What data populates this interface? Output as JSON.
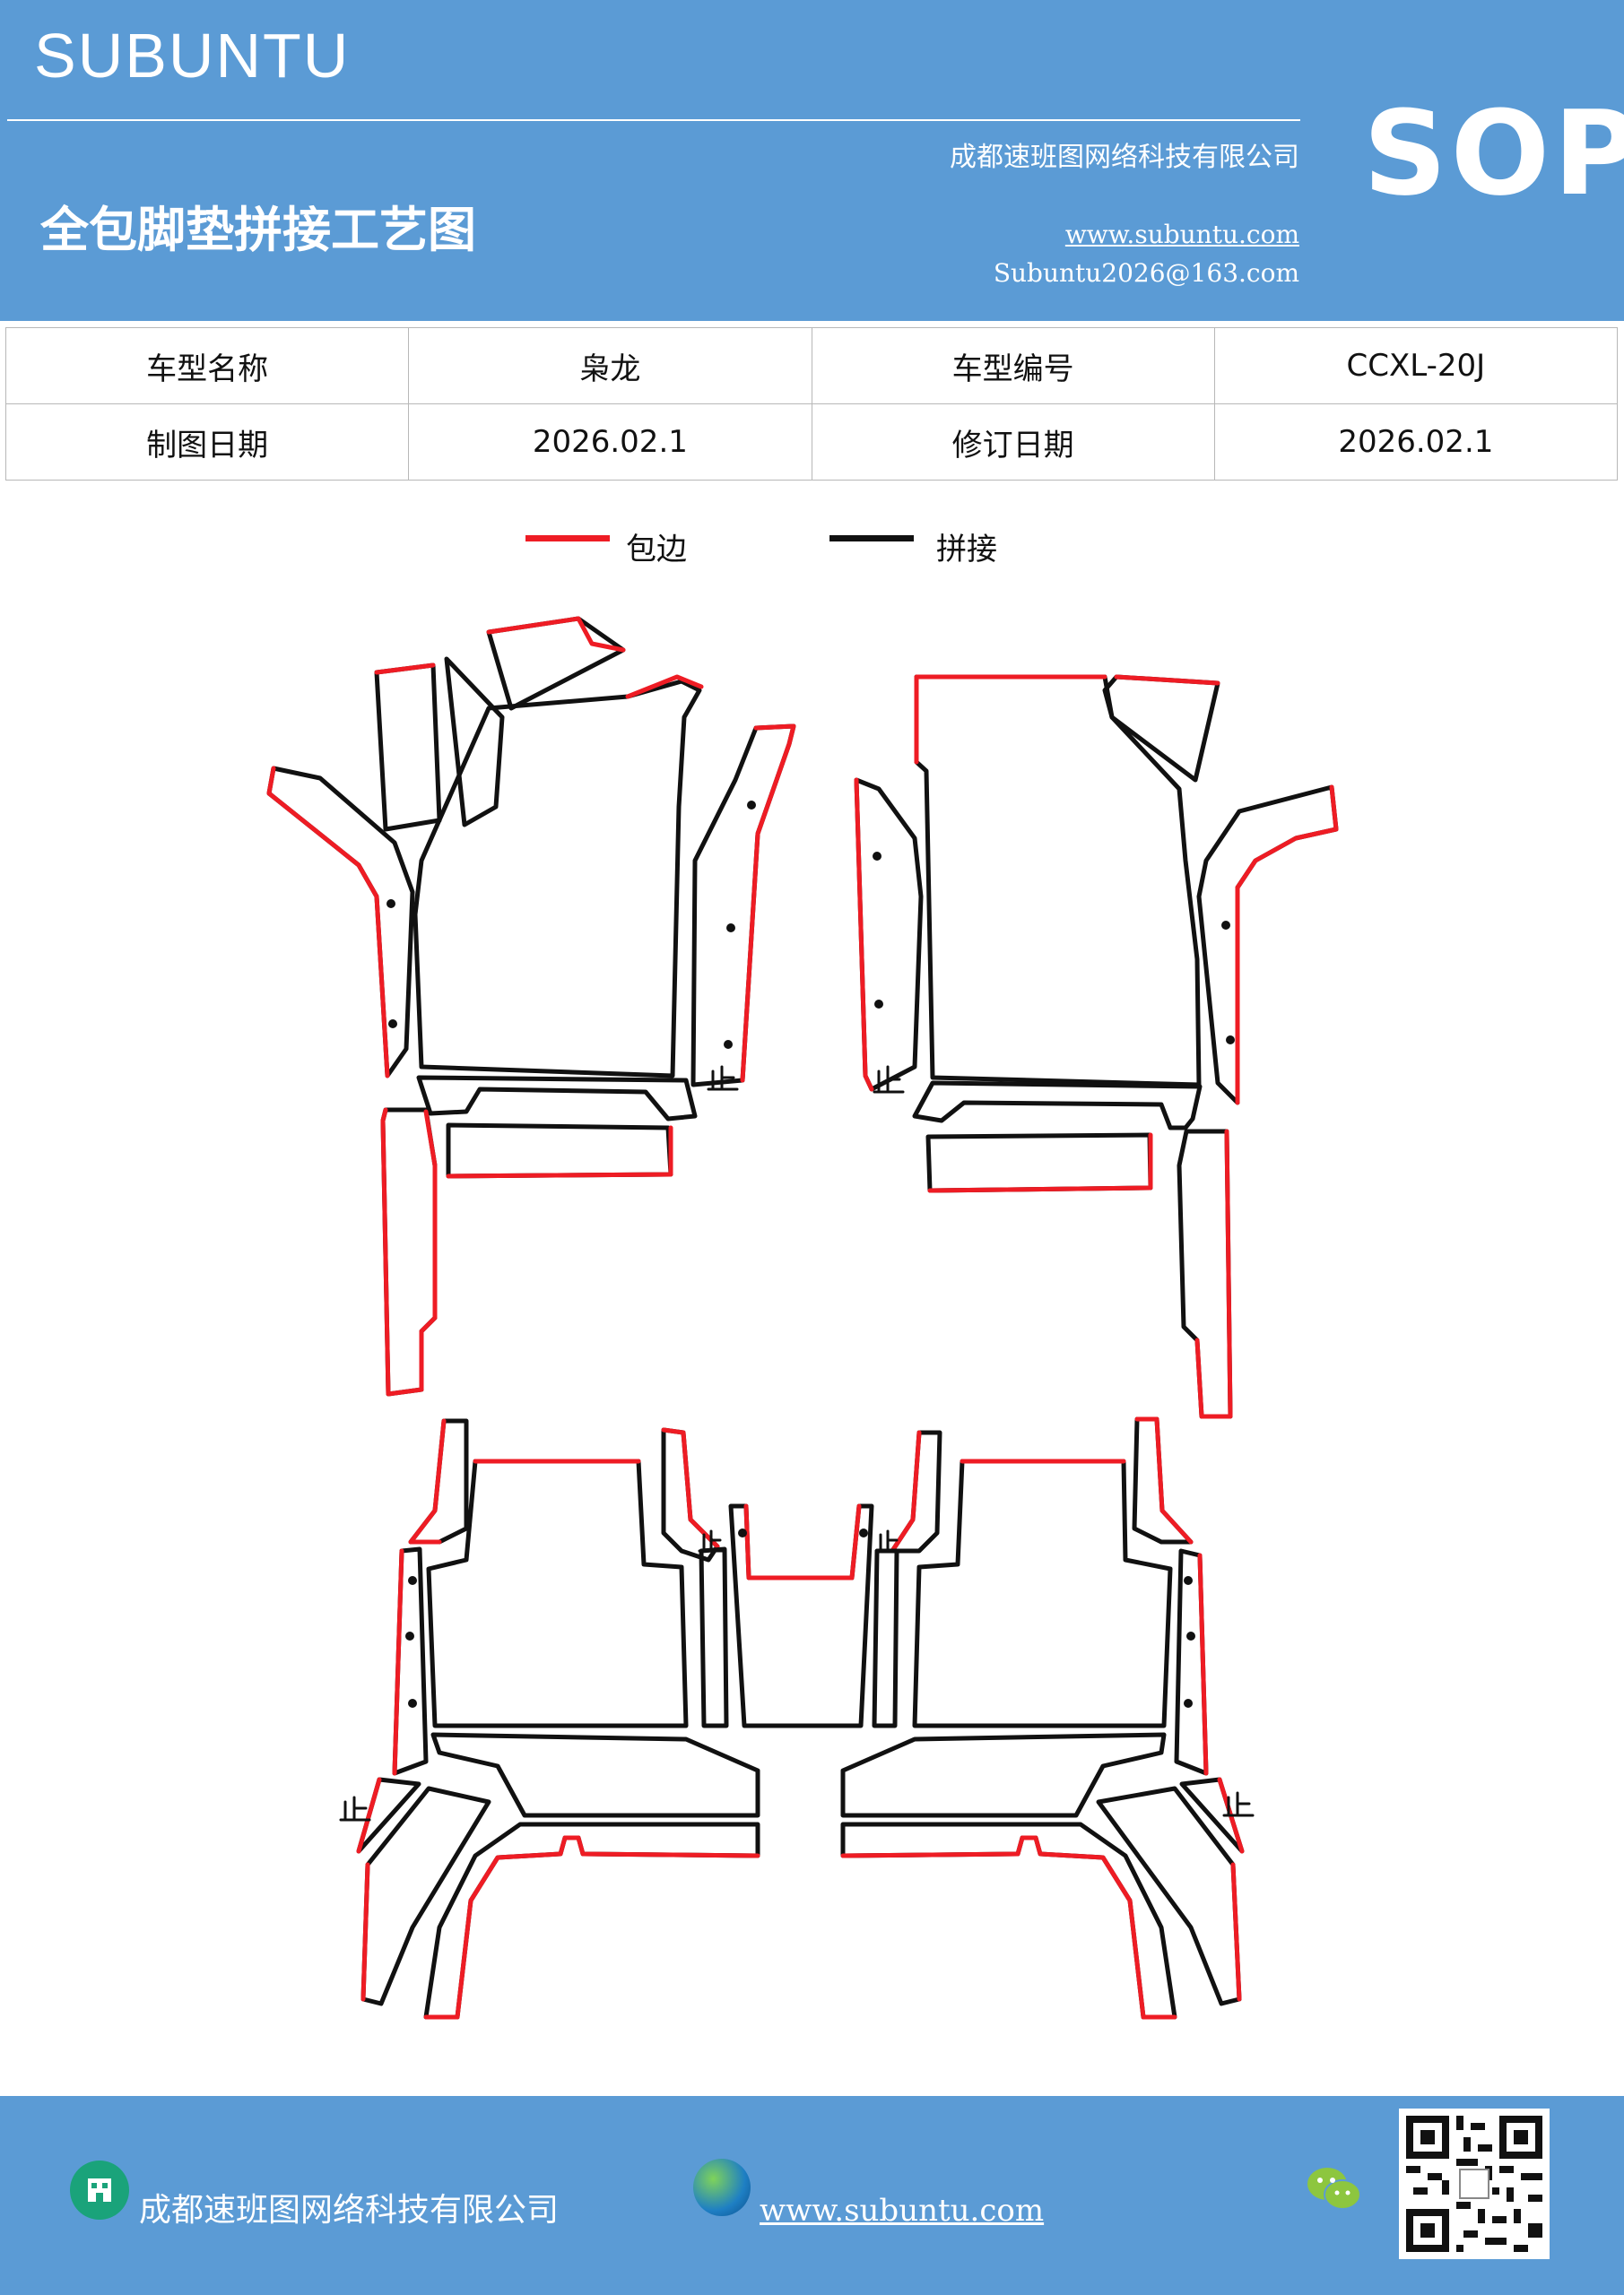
{
  "header": {
    "brand": "SUBUNTU",
    "company": "成都速班图网络科技有限公司",
    "title": "全包脚垫拼接工艺图",
    "url": "www.subuntu.com",
    "email": "Subuntu2026@163.com",
    "badge": "SOP"
  },
  "info": {
    "row1": [
      "车型名称",
      "枭龙",
      "车型编号",
      "CCXL-20J"
    ],
    "row2": [
      "制图日期",
      "2026.02.1",
      "修订日期",
      "2026.02.1"
    ]
  },
  "legend": {
    "edge_label": "包边",
    "edge_color": "#ee1c24",
    "seam_label": "拼接",
    "seam_color": "#111111"
  },
  "footer": {
    "company": "成都速班图网络科技有限公司",
    "url": "www.subuntu.com",
    "icons": [
      "building-icon",
      "globe-icon",
      "wechat-icon",
      "qr-code"
    ]
  }
}
